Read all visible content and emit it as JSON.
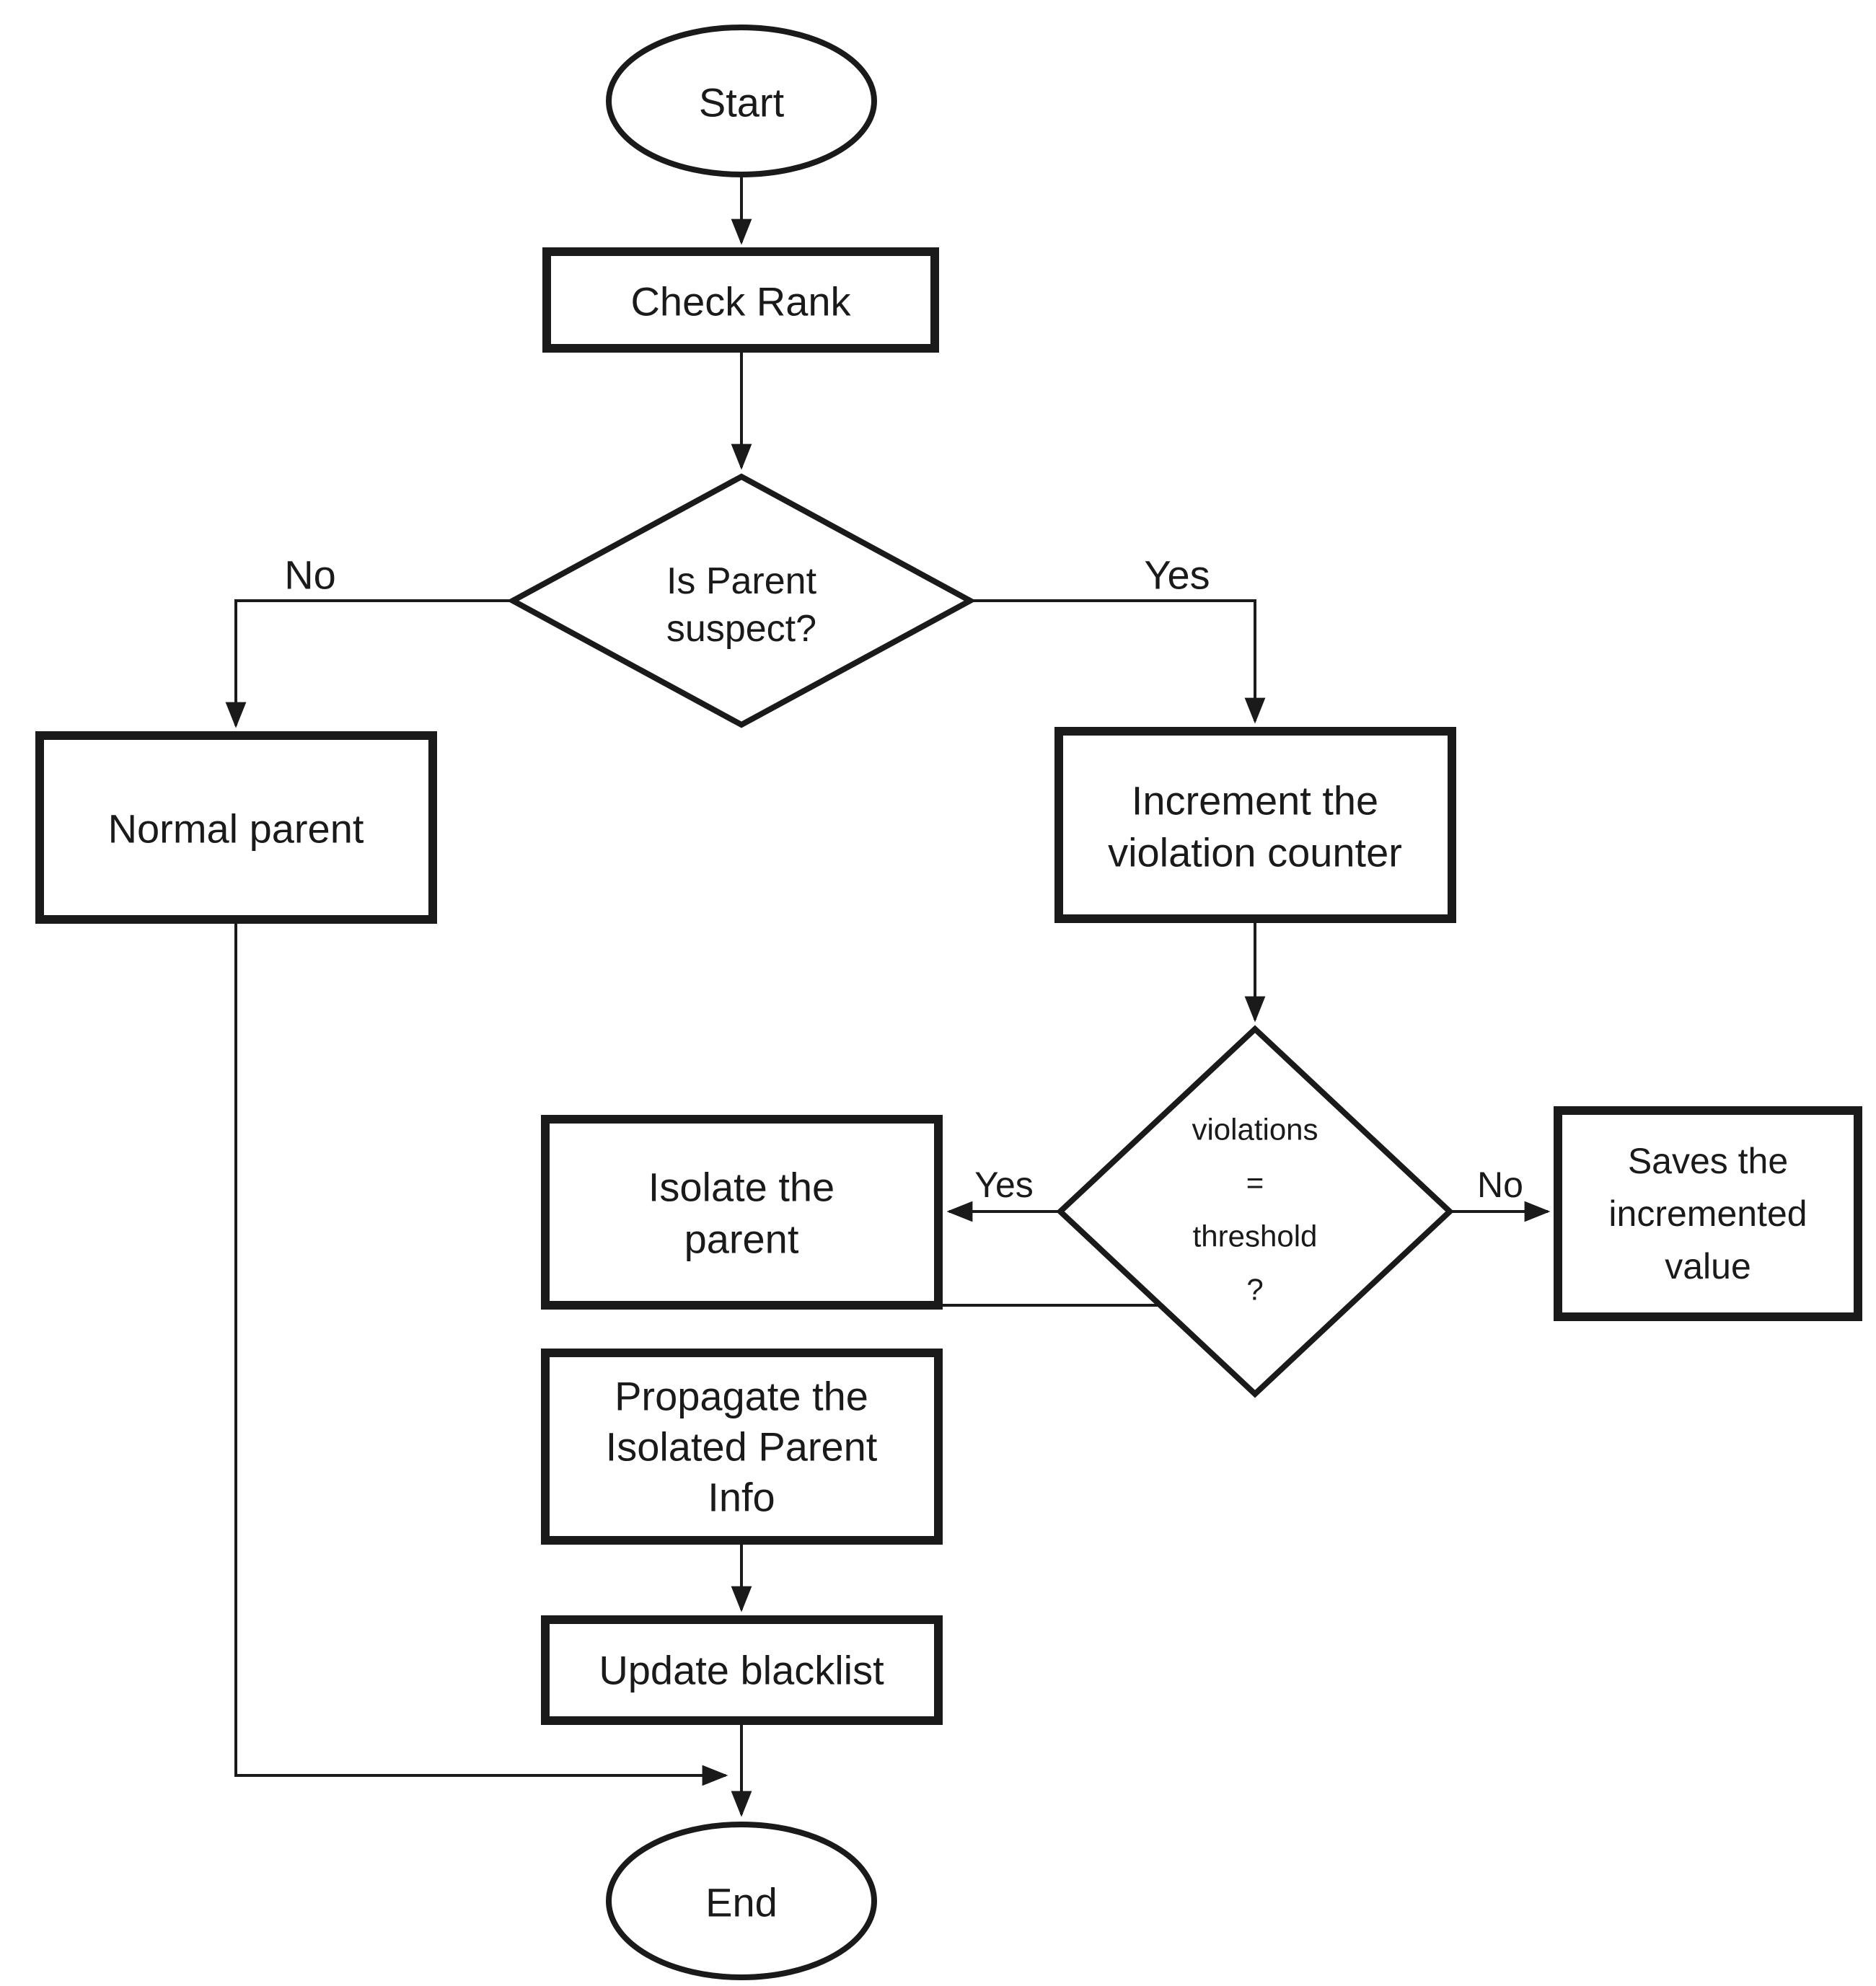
{
  "page": {
    "background": "#ffffff"
  },
  "style": {
    "stroke_color": "#1a1a1a",
    "shape_fill": "#ffffff",
    "text_color": "#1a1a1a"
  },
  "nodes": {
    "start": {
      "type": "terminator",
      "label": "Start"
    },
    "check_rank": {
      "type": "process",
      "label": "Check Rank"
    },
    "is_parent_suspect": {
      "type": "decision",
      "lines": [
        "Is Parent",
        "suspect?"
      ]
    },
    "normal_parent": {
      "type": "process",
      "label": "Normal parent"
    },
    "increment_violation_counter": {
      "type": "process",
      "lines": [
        "Increment the",
        "violation counter"
      ]
    },
    "violations_equal_threshold": {
      "type": "decision",
      "lines": [
        "violations",
        "=",
        "threshold",
        "?"
      ]
    },
    "saves_incremented_value": {
      "type": "process",
      "lines": [
        "Saves the",
        "incremented",
        "value"
      ]
    },
    "isolate_parent": {
      "type": "process",
      "lines": [
        "Isolate the",
        "parent"
      ]
    },
    "propagate_isolated_parent_info": {
      "type": "process",
      "lines": [
        "Propagate the",
        "Isolated Parent",
        "Info"
      ]
    },
    "update_blacklist": {
      "type": "process",
      "label": "Update blacklist"
    },
    "end": {
      "type": "terminator",
      "label": "End"
    }
  },
  "edges": {
    "suspect_no": {
      "label": "No"
    },
    "suspect_yes": {
      "label": "Yes"
    },
    "threshold_yes": {
      "label": "Yes"
    },
    "threshold_no": {
      "label": "No"
    }
  }
}
